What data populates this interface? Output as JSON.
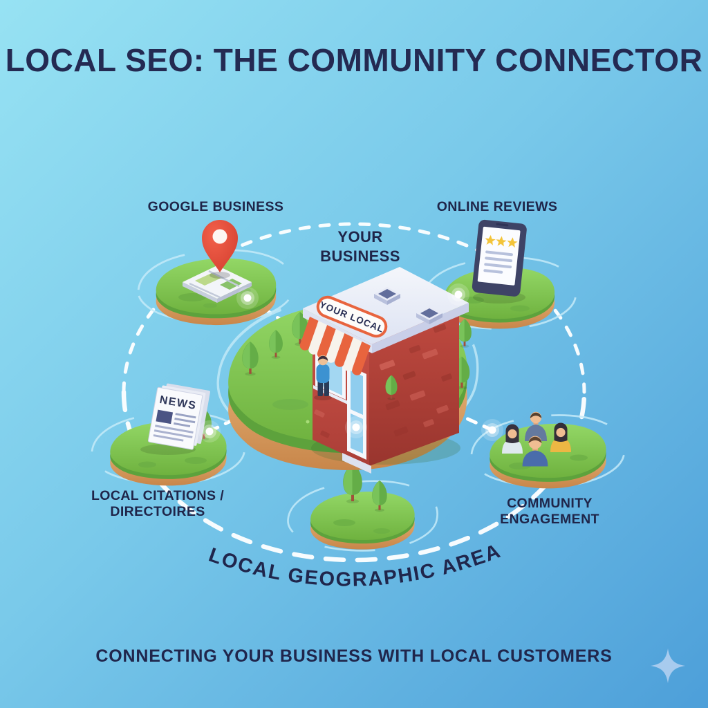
{
  "title": "LOCAL SEO: THE COMMUNITY CONNECTOR",
  "center_node": {
    "label": "YOUR BUSINESS",
    "storefront_sign": "YOUR LOCAL"
  },
  "nodes": [
    {
      "id": "google-business",
      "label": "GOOGLE BUSINESS",
      "icon": "map-pin-icon"
    },
    {
      "id": "online-reviews",
      "label": "ONLINE REVIEWS",
      "icon": "phone-reviews-icon",
      "review_stars": 3
    },
    {
      "id": "local-citations",
      "label": "LOCAL CITATIONS / DIRECTOIRES",
      "icon": "newspaper-icon",
      "newspaper_title": "NEWS"
    },
    {
      "id": "community-engagement",
      "label": "COMMUNITY ENGAGEMENT",
      "icon": "people-group-icon"
    }
  ],
  "geo_area_label": "LOCAL GEOGRAPHIC AREA",
  "tagline": "CONNECTING YOUR BUSINESS WITH LOCAL CUSTOMERS",
  "decorations": {
    "sparkle_icon": "four-point-star"
  },
  "colors": {
    "background_top_left": "#97e2f3",
    "background_bottom_right": "#4d9fd9",
    "text_navy": "#20264c",
    "connector_white": "#ffffff",
    "island_grass": "#7fc355",
    "island_sand": "#dda05e",
    "brick_red": "#bc463d",
    "awning_orange": "#e8643e",
    "pin_red": "#e84c3d",
    "star_gold": "#f3c43a",
    "sparkle_blue": "#a8cbee"
  }
}
